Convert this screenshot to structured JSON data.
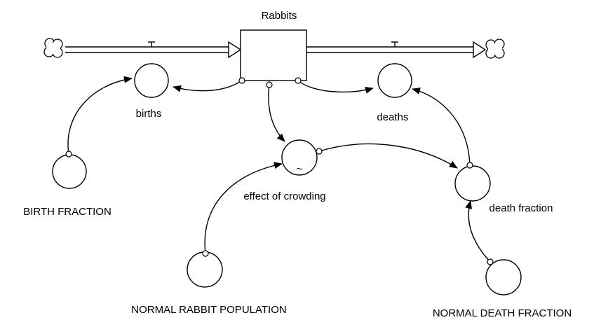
{
  "diagram": {
    "stock": {
      "label": "Rabbits"
    },
    "flows": {
      "births": {
        "label": "births"
      },
      "deaths": {
        "label": "deaths"
      }
    },
    "auxiliaries": {
      "birth_fraction": {
        "label": "BIRTH FRACTION"
      },
      "effect_of_crowding": {
        "label": "effect of crowding",
        "marker": "~"
      },
      "death_fraction": {
        "label": "death fraction"
      },
      "normal_rabbit_population": {
        "label": "NORMAL RABBIT POPULATION"
      },
      "normal_death_fraction": {
        "label": "NORMAL DEATH FRACTION"
      }
    },
    "icons": {
      "source": "cloud-icon",
      "sink": "cloud-icon"
    }
  }
}
